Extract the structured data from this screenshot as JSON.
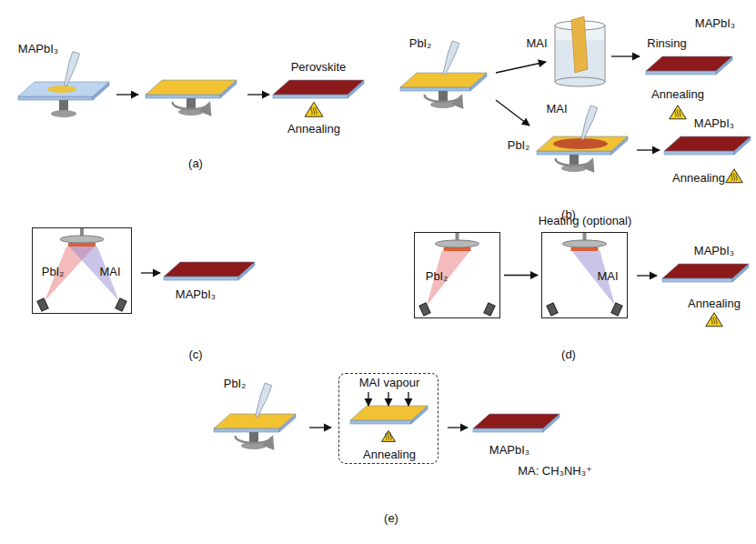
{
  "diagram": {
    "nodes": [
      {
        "text": [
          "PbI₂",
          "MAI"
        ]
      },
      {
        "text": [
          "PbI₂"
        ]
      },
      {
        "text": [
          "Heating (optional)",
          "MAI"
        ]
      },
      {
        "text": [
          "MAI vapour",
          "Annealing"
        ]
      }
    ],
    "edges": [
      {
        "from": 1,
        "to": 2,
        "arrow": "to"
      }
    ],
    "labels": [
      "MAPbI₃",
      "Perovskite",
      "Annealing",
      "(a)",
      "PbI₂",
      "MAI",
      "Rinsing",
      "MAPbI₃",
      "Annealing",
      "MAI",
      "PbI₂",
      "MAPbI₃",
      "Annealing",
      "(b)",
      "MAPbI₃",
      "(c)",
      "MAPbI₃",
      "Annealing",
      "(d)",
      "PbI₂",
      "MAPbI₃",
      "MA: CH₃NH₃⁺",
      "(e)"
    ]
  }
}
